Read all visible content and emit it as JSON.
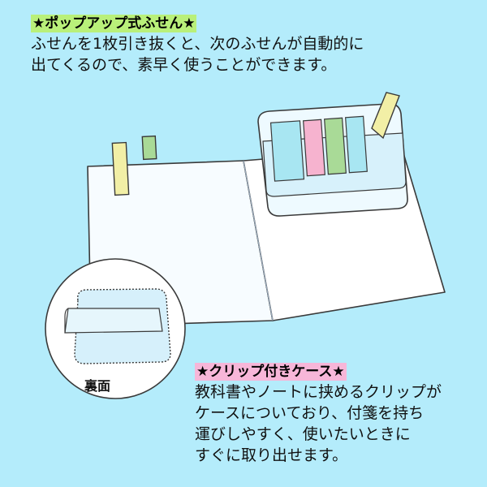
{
  "popup_section": {
    "heading": "★ポップアップ式ふせん★",
    "lines": [
      "ふせんを1枚引き抜くと、次のふせんが自動的に",
      "出てくるので、素早く使うことができます。"
    ],
    "highlight_color": "#b9f07a"
  },
  "clip_section": {
    "heading": "★クリップ付きケース★",
    "lines": [
      "教科書やノートに挟めるクリップが",
      "ケースについており、付箋を持ち",
      "運びしやすく、使いたいときに",
      "すぐに取り出せます。"
    ],
    "highlight_color": "#f7b6d8"
  },
  "inset": {
    "label": "裏面"
  },
  "colors": {
    "background": "#b4ecfb",
    "sticky_yellow": "#f2efa6",
    "sticky_blue": "#a8e6f2",
    "sticky_pink": "#f6b3cf",
    "sticky_green": "#a9da97"
  }
}
